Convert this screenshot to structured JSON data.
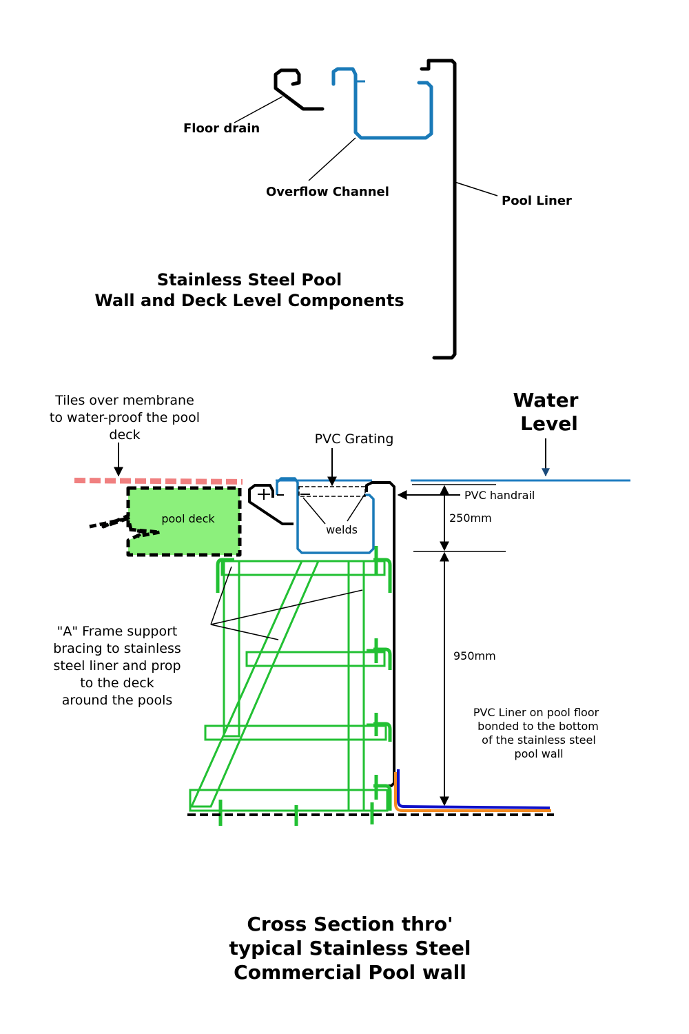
{
  "colors": {
    "background": "#ffffff",
    "outline": "#000000",
    "channel_blue": "#1a7ab8",
    "water_line": "#1f7dc1",
    "frame_green": "#22c033",
    "deck_fill": "#8cf07c",
    "tile_pink": "#f08080",
    "floor_liner_blue": "#1010c8",
    "floor_liner_orange": "#f58a1f"
  },
  "components_section": {
    "labels": {
      "floor_drain": "Floor drain",
      "overflow_channel": "Overflow Channel",
      "pool_liner": "Pool Liner"
    },
    "title_line1": "Stainless Steel Pool",
    "title_line2": "Wall and Deck Level  Components"
  },
  "cross_section": {
    "tiles_note": [
      "Tiles over membrane",
      "to water-proof the pool",
      "deck"
    ],
    "pvc_grating": "PVC Grating",
    "water_level": [
      "Water",
      "Level"
    ],
    "pvc_handrail": "PVC handrail",
    "pool_deck": "pool deck",
    "welds": "welds",
    "dim_upper": "250mm",
    "dim_lower": "950mm",
    "frame_note": [
      "\"A\" Frame support",
      "bracing to stainless",
      "steel liner and prop",
      "to the deck",
      "around the pools"
    ],
    "floor_liner_note": [
      "PVC Liner on pool floor",
      "bonded to the bottom",
      "of the stainless steel",
      "pool wall"
    ]
  },
  "caption": [
    "Cross Section thro'",
    "typical Stainless Steel",
    "Commercial Pool wall"
  ]
}
